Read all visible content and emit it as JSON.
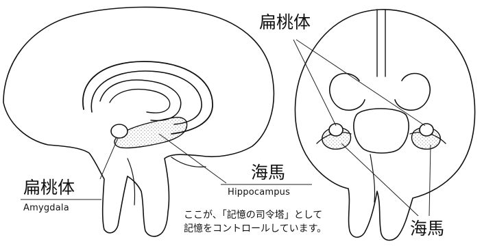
{
  "labels": {
    "amygdala_jp_left": "扁桃体",
    "amygdala_en": "Amygdala",
    "hippocampus_jp_center": "海馬",
    "hippocampus_en": "Hippocampus",
    "amygdala_jp_right": "扁桃体",
    "hippocampus_jp_right": "海馬"
  },
  "caption": {
    "line1": "ここが、「記憶の司令塔」として",
    "line2": "記憶をコントロールしています。"
  }
}
